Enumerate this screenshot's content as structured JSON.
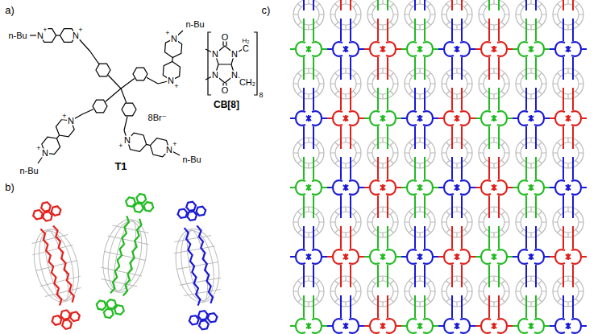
{
  "diagram": {
    "labels": [
      "a)",
      "b)",
      "c)",
      "T1",
      "8Br⁻",
      "CB[8]",
      "n-Bu",
      "n-Bu",
      "n-Bu",
      "n-Bu",
      "N",
      "N",
      "N",
      "N",
      "N",
      "N",
      "N",
      "N",
      "+",
      "+",
      "+",
      "+",
      "+",
      "+",
      "+",
      "+",
      "O",
      "N",
      "N",
      "H₂",
      "C",
      "N",
      "N",
      "CH₂",
      "O",
      "8"
    ]
  }
}
